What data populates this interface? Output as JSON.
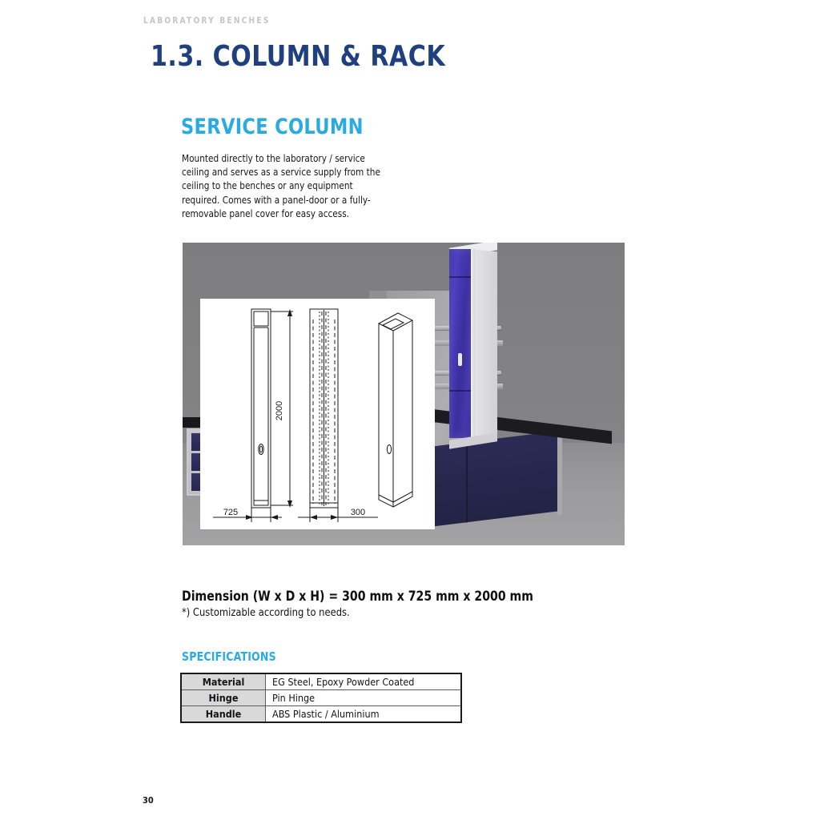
{
  "header": {
    "eyebrow": "LABORATORY BENCHES",
    "title": "1.3. COLUMN & RACK"
  },
  "section": {
    "title": "SERVICE COLUMN",
    "body": "Mounted directly to the laboratory / service ceiling and serves as a service supply from the ceiling to the benches or any equipment required. Comes with a panel-door or a fully-removable panel cover for easy access."
  },
  "figure": {
    "caption_alt": "service column 3D render and technical drawing",
    "drawing": {
      "dim_width": "725",
      "dim_height": "2000",
      "dim_depth": "300"
    }
  },
  "dimension": {
    "line": "Dimension (W x D x H) = 300 mm x  725 mm x 2000 mm",
    "note": "*) Customizable according to needs."
  },
  "specifications": {
    "title": "SPECIFICATIONS",
    "rows": [
      {
        "key": "Material",
        "value": "EG Steel, Epoxy Powder Coated"
      },
      {
        "key": "Hinge",
        "value": "Pin Hinge"
      },
      {
        "key": "Handle",
        "value": "ABS Plastic / Aluminium"
      }
    ]
  },
  "footer": {
    "page_number": "30"
  },
  "colors": {
    "title_navy": "#1F3F7F",
    "accent_cyan": "#29ABE2",
    "eyebrow_gray": "#C6C6C6",
    "figure_bg": "#808080",
    "table_key_bg": "#D9D9D9",
    "column_blue": "#3A2F9C"
  }
}
